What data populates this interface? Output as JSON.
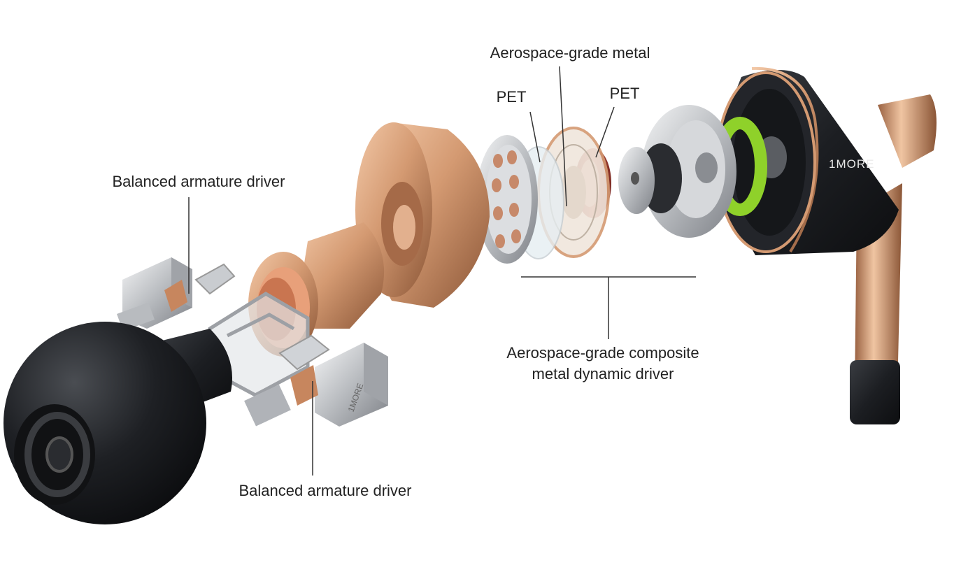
{
  "labels": {
    "aerospace_metal": "Aerospace-grade metal",
    "pet_left": "PET",
    "pet_right": "PET",
    "ba_top": "Balanced armature driver",
    "ba_bottom": "Balanced armature driver",
    "dynamic_line1": "Aerospace-grade composite",
    "dynamic_line2": "metal dynamic driver"
  },
  "brand": {
    "housing_logo": "1MORE",
    "armature_logo": "1MORE"
  },
  "colors": {
    "rose_gold": "#d49a72",
    "black_housing": "#1c1e22",
    "green_ring": "#8fd12a",
    "copper_coil": "#b0453a",
    "silver": "#c9ccd0"
  }
}
